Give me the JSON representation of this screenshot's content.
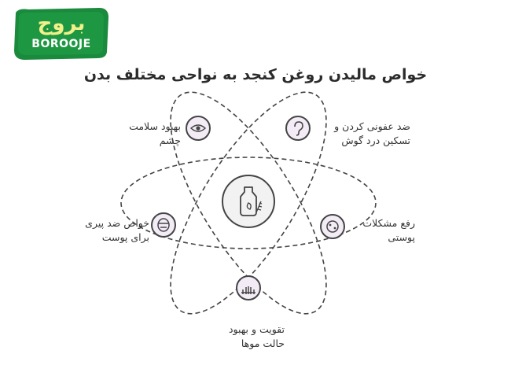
{
  "logo": {
    "persian": "بروج",
    "latin": "BOROOJE"
  },
  "title": "خواص مالیدن روغن کنجد به نواحی مختلف بدن",
  "benefits": {
    "eye": {
      "line1": "بهبود سلامت",
      "line2": "چشم",
      "icon": "eye-icon"
    },
    "ear": {
      "line1": "ضد عفونی کردن و",
      "line2": "تسکین درد گوش",
      "icon": "ear-icon"
    },
    "antiaging": {
      "line1": "خواص ضد پیری",
      "line2": "برای پوست",
      "icon": "face-mask-icon"
    },
    "skin": {
      "line1": "رفع مشکلات",
      "line2": "پوستی",
      "icon": "skin-icon"
    },
    "hair": {
      "line1": "تقویت و بهبود",
      "line2": "حالت موها",
      "icon": "hair-icon"
    }
  },
  "center_icon": "sesame-oil-bottle-icon",
  "colors": {
    "logo_green": "#1a8a3c",
    "node_fill": "#f3ecf7",
    "node_stroke": "#444444",
    "center_fill": "#f2f2f2",
    "orbit": "#444444"
  }
}
